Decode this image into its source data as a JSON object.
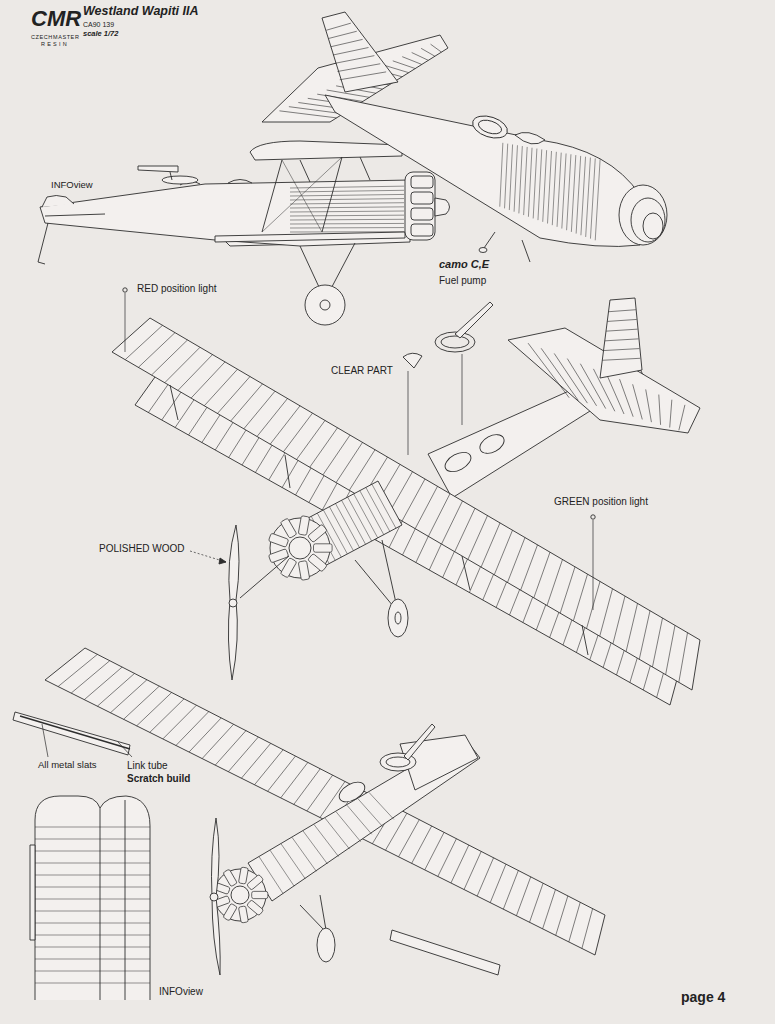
{
  "diagram": {
    "title": "Westland Wapiti IIA",
    "labels": [
      "CMR",
      "CZECHMASTER",
      "RESIN",
      "CA90 139",
      "scale 1/72",
      "INFOview",
      "camo C,E",
      "Fuel pump",
      "RED position light",
      "CLEAR PART",
      "POLISHED WOOD",
      "GREEN position light",
      "All metal slats",
      "Link tube",
      "Scratch build",
      "INFOview",
      "page 4"
    ]
  }
}
